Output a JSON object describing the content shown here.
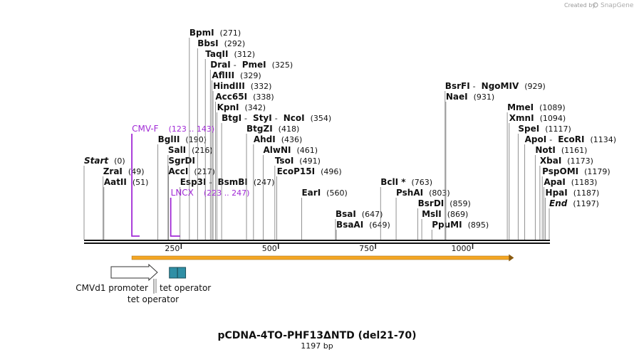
{
  "credit": {
    "prefix": "Created by",
    "brand": "SnapGene"
  },
  "title": "pCDNA-4TO-PHF13ΔNTD (del21-70)",
  "subtitle": "1197 bp",
  "scale": {
    "length": 1197,
    "ticks": [
      {
        "bp": 250,
        "label": "250"
      },
      {
        "bp": 500,
        "label": "500"
      },
      {
        "bp": 750,
        "label": "750"
      },
      {
        "bp": 1000,
        "label": "1000"
      }
    ]
  },
  "sites": [
    {
      "bp": 0,
      "row": 7,
      "italic": true,
      "parts": [
        "Start"
      ],
      "pos": "(0)"
    },
    {
      "bp": 49,
      "row": 6,
      "parts": [
        "ZraI"
      ],
      "pos": "(49)"
    },
    {
      "bp": 51,
      "row": 5,
      "parts": [
        "AatII"
      ],
      "pos": "(51)"
    },
    {
      "bp": 190,
      "row": 9,
      "parts": [
        "BglII"
      ],
      "pos": "(190)"
    },
    {
      "bp": 216,
      "row": 8,
      "parts": [
        "SalI"
      ],
      "pos": "(216)"
    },
    {
      "bp": 217,
      "row": 7,
      "parts": [
        "SgrDI"
      ],
      "pos": ""
    },
    {
      "bp": 217,
      "row": 6,
      "parts": [
        "AccI"
      ],
      "pos": "(217)"
    },
    {
      "bp": 247,
      "row": 5,
      "parts": [
        "Esp3I",
        "BsmBI"
      ],
      "pos": "(247)"
    },
    {
      "bp": 271,
      "row": 19,
      "parts": [
        "BpmI"
      ],
      "pos": "(271)"
    },
    {
      "bp": 292,
      "row": 18,
      "parts": [
        "BbsI"
      ],
      "pos": "(292)"
    },
    {
      "bp": 312,
      "row": 17,
      "parts": [
        "TaqII"
      ],
      "pos": "(312)"
    },
    {
      "bp": 325,
      "row": 16,
      "parts": [
        "DraI",
        "PmeI"
      ],
      "pos": "(325)"
    },
    {
      "bp": 329,
      "row": 15,
      "parts": [
        "AflIII"
      ],
      "pos": "(329)"
    },
    {
      "bp": 332,
      "row": 14,
      "parts": [
        "HindIII"
      ],
      "pos": "(332)"
    },
    {
      "bp": 338,
      "row": 13,
      "parts": [
        "Acc65I"
      ],
      "pos": "(338)"
    },
    {
      "bp": 342,
      "row": 12,
      "parts": [
        "KpnI"
      ],
      "pos": "(342)"
    },
    {
      "bp": 354,
      "row": 11,
      "parts": [
        "BtgI",
        "StyI",
        "NcoI"
      ],
      "pos": "(354)"
    },
    {
      "bp": 418,
      "row": 10,
      "parts": [
        "BtgZI"
      ],
      "pos": "(418)"
    },
    {
      "bp": 436,
      "row": 9,
      "parts": [
        "AhdI"
      ],
      "pos": "(436)"
    },
    {
      "bp": 461,
      "row": 8,
      "parts": [
        "AlwNI"
      ],
      "pos": "(461)"
    },
    {
      "bp": 491,
      "row": 7,
      "parts": [
        "TsoI"
      ],
      "pos": "(491)"
    },
    {
      "bp": 496,
      "row": 6,
      "parts": [
        "EcoP15I"
      ],
      "pos": "(496)"
    },
    {
      "bp": 560,
      "row": 4,
      "parts": [
        "EarI"
      ],
      "pos": "(560)"
    },
    {
      "bp": 647,
      "row": 2,
      "parts": [
        "BsaI"
      ],
      "pos": "(647)"
    },
    {
      "bp": 649,
      "row": 1,
      "parts": [
        "BsaAI"
      ],
      "pos": "(649)"
    },
    {
      "bp": 763,
      "row": 5,
      "parts": [
        "BclI *"
      ],
      "pos": "(763)"
    },
    {
      "bp": 803,
      "row": 4,
      "parts": [
        "PshAI"
      ],
      "pos": "(803)"
    },
    {
      "bp": 859,
      "row": 3,
      "parts": [
        "BsrDI"
      ],
      "pos": "(859)"
    },
    {
      "bp": 869,
      "row": 2,
      "parts": [
        "MslI"
      ],
      "pos": "(869)"
    },
    {
      "bp": 895,
      "row": 1,
      "parts": [
        "PpuMI"
      ],
      "pos": "(895)"
    },
    {
      "bp": 929,
      "row": 14,
      "parts": [
        "BsrFI",
        "NgoMIV"
      ],
      "pos": "(929)"
    },
    {
      "bp": 931,
      "row": 13,
      "parts": [
        "NaeI"
      ],
      "pos": "(931)"
    },
    {
      "bp": 1089,
      "row": 12,
      "parts": [
        "MmeI"
      ],
      "pos": "(1089)"
    },
    {
      "bp": 1094,
      "row": 11,
      "parts": [
        "XmnI"
      ],
      "pos": "(1094)"
    },
    {
      "bp": 1117,
      "row": 10,
      "parts": [
        "SpeI"
      ],
      "pos": "(1117)"
    },
    {
      "bp": 1134,
      "row": 9,
      "parts": [
        "ApoI",
        "EcoRI"
      ],
      "pos": "(1134)"
    },
    {
      "bp": 1161,
      "row": 8,
      "parts": [
        "NotI"
      ],
      "pos": "(1161)"
    },
    {
      "bp": 1173,
      "row": 7,
      "parts": [
        "XbaI"
      ],
      "pos": "(1173)"
    },
    {
      "bp": 1179,
      "row": 6,
      "parts": [
        "PspOMI"
      ],
      "pos": "(1179)"
    },
    {
      "bp": 1183,
      "row": 5,
      "parts": [
        "ApaI"
      ],
      "pos": "(1183)"
    },
    {
      "bp": 1187,
      "row": 4,
      "parts": [
        "HpaI"
      ],
      "pos": "(1187)"
    },
    {
      "bp": 1197,
      "row": 3,
      "italic": true,
      "parts": [
        "End"
      ],
      "pos": "(1197)"
    }
  ],
  "primers": [
    {
      "name": "CMV-F",
      "range": "(123 .. 143)",
      "start": 123,
      "end": 143,
      "row": 10
    },
    {
      "name": "LNCX",
      "range": "(223 .. 247)",
      "start": 223,
      "end": 247,
      "row": 4
    }
  ],
  "orf": {
    "start": 123,
    "end": 1106,
    "color": "#f5a623"
  },
  "features": {
    "promoter": {
      "label": "CMVd1 promoter",
      "start": 0,
      "end": 119
    },
    "operators": [
      {
        "label": "tet operator",
        "start": 170,
        "end": 189
      },
      {
        "label": "tet operator",
        "start": 191,
        "end": 210
      }
    ],
    "operator_color": "#2f8fa5"
  }
}
